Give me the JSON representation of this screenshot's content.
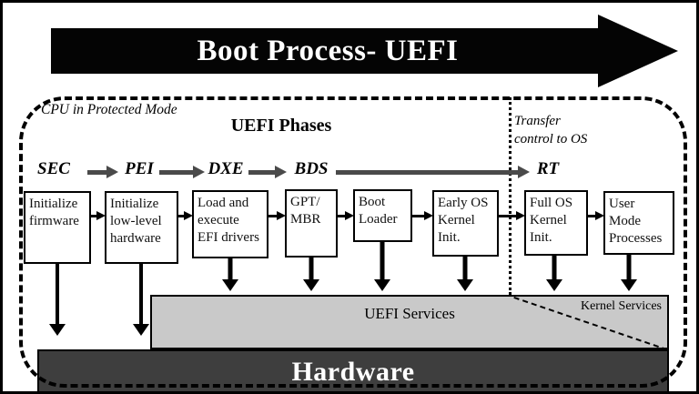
{
  "banner": {
    "title": "Boot Process- UEFI"
  },
  "uefi_container": {
    "cpu_mode_label": "CPU in Protected Mode",
    "title": "UEFI Phases",
    "transfer_line1": "Transfer",
    "transfer_line2": "control to OS"
  },
  "phases": [
    {
      "label": "SEC"
    },
    {
      "label": "PEI"
    },
    {
      "label": "DXE"
    },
    {
      "label": "BDS"
    },
    {
      "label": "RT"
    }
  ],
  "steps": [
    {
      "label": "Initialize firmware"
    },
    {
      "label": "Initialize low-level hardware"
    },
    {
      "label": "Load and execute EFI drivers"
    },
    {
      "label": "GPT/ MBR"
    },
    {
      "label": "Boot Loader"
    },
    {
      "label": "Early OS Kernel Init."
    },
    {
      "label": "Full OS Kernel Init."
    },
    {
      "label": "User Mode Processes"
    }
  ],
  "services": {
    "uefi_label": "UEFI Services",
    "kernel_label": "Kernel Services"
  },
  "hardware": {
    "label": "Hardware"
  },
  "colors": {
    "banner_bg": "#040404",
    "banner_text": "#ffffff",
    "phase_arrow": "#4a4a4a",
    "uefi_services_bg": "#c9c9c9",
    "hardware_bg": "#3e3e3e",
    "hardware_text": "#ffffff",
    "outline": "#000000"
  }
}
